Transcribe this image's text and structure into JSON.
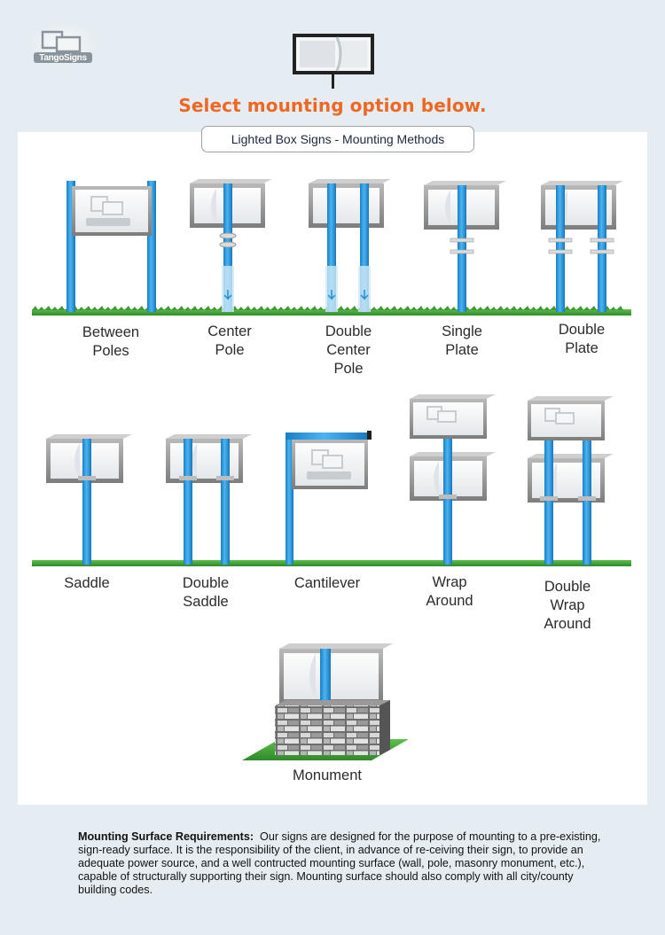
{
  "brand": {
    "logo_text": "TangoSigns",
    "logo_icon": "tango-signs-logo"
  },
  "headline": "Select mounting option below.",
  "panel": {
    "title": "Lighted Box Signs - Mounting Methods"
  },
  "options": [
    {
      "id": "between-poles",
      "label_lines": [
        "Between",
        "Poles"
      ]
    },
    {
      "id": "center-pole",
      "label_lines": [
        "Center",
        "Pole"
      ]
    },
    {
      "id": "double-center-pole",
      "label_lines": [
        "Double",
        "Center",
        "Pole"
      ]
    },
    {
      "id": "single-plate",
      "label_lines": [
        "Single",
        "Plate"
      ]
    },
    {
      "id": "double-plate",
      "label_lines": [
        "Double",
        "Plate"
      ]
    },
    {
      "id": "saddle",
      "label_lines": [
        "Saddle"
      ]
    },
    {
      "id": "double-saddle",
      "label_lines": [
        "Double",
        "Saddle"
      ]
    },
    {
      "id": "cantilever",
      "label_lines": [
        "Cantilever"
      ]
    },
    {
      "id": "wrap-around",
      "label_lines": [
        "Wrap",
        "Around"
      ]
    },
    {
      "id": "double-wrap-around",
      "label_lines": [
        "Double",
        "Wrap",
        "Around"
      ]
    },
    {
      "id": "monument",
      "label_lines": [
        "Monument"
      ]
    }
  ],
  "requirements": {
    "heading": "Mounting Surface Requirements:",
    "body": "Our signs are designed for the purpose of mounting to a pre-existing, sign-ready surface. It is the responsibility of the client, in advance of re-ceiving their sign, to provide an adequate power source, and a well contructed mounting surface (wall, pole, masonry monument, etc.), capable of structurally supporting their sign. Mounting surface should also comply with all city/county building codes."
  },
  "colors": {
    "accent": "#ef6722",
    "pole": "#1e8fd6",
    "grass": "#45a83a",
    "frame": "#8b8b8b"
  }
}
